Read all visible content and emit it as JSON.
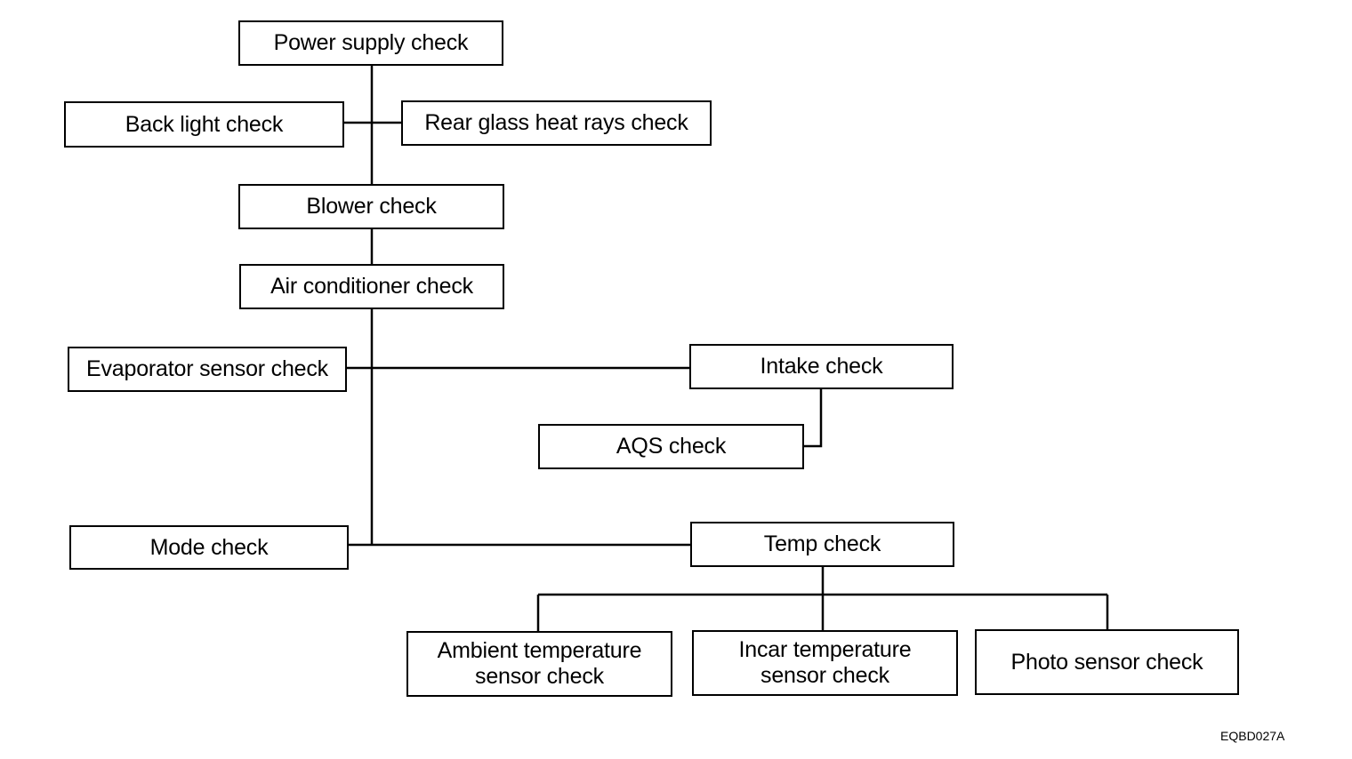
{
  "nodes": {
    "power_supply": "Power supply check",
    "back_light": "Back light check",
    "rear_glass": "Rear glass heat rays check",
    "blower": "Blower check",
    "air_conditioner": "Air conditioner check",
    "evaporator_sensor": "Evaporator sensor check",
    "intake": "Intake check",
    "aqs": "AQS check",
    "mode": "Mode check",
    "temp": "Temp check",
    "ambient_temp": "Ambient temperature\nsensor check",
    "incar_temp": "Incar temperature\nsensor check",
    "photo_sensor": "Photo sensor check"
  },
  "figure_code": "EQBD027A"
}
